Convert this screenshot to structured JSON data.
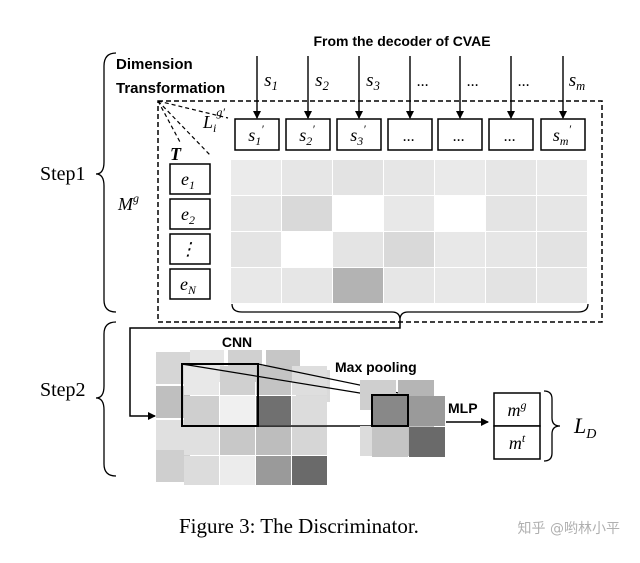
{
  "top_label": "From the decoder of CVAE",
  "dim_transform": {
    "line1": "Dimension",
    "line2": "Transformation"
  },
  "step1": "Step1",
  "step2": "Step2",
  "mg_label": "M",
  "mg_sup": "g",
  "t_label": "T",
  "li_label": "L",
  "li_sub": "i",
  "li_sup": "g′",
  "inputs": [
    {
      "base": "s",
      "sub": "1"
    },
    {
      "base": "s",
      "sub": "2"
    },
    {
      "base": "s",
      "sub": "3"
    },
    {
      "base": "...",
      "sub": ""
    },
    {
      "base": "...",
      "sub": ""
    },
    {
      "base": "...",
      "sub": ""
    },
    {
      "base": "s",
      "sub": "m"
    }
  ],
  "boxes": [
    {
      "base": "s",
      "sub": "1",
      "sup": "′"
    },
    {
      "base": "s",
      "sub": "2",
      "sup": "′"
    },
    {
      "base": "s",
      "sub": "3",
      "sup": "′"
    },
    {
      "base": "...",
      "sub": "",
      "sup": ""
    },
    {
      "base": "...",
      "sub": "",
      "sup": ""
    },
    {
      "base": "...",
      "sub": "",
      "sup": ""
    },
    {
      "base": "s",
      "sub": "m",
      "sup": "′"
    }
  ],
  "entities": [
    {
      "base": "e",
      "sub": "1"
    },
    {
      "base": "e",
      "sub": "2"
    },
    {
      "base": "⋮",
      "sub": ""
    },
    {
      "base": "e",
      "sub": "N"
    }
  ],
  "grid_colors": [
    [
      "#ebebeb",
      "#e6e6e6",
      "#e3e3e3",
      "#e6e6e6",
      "#eaeaea",
      "#e6e6e6",
      "#e9e9e9"
    ],
    [
      "#e6e6e6",
      "#d9d9d9",
      "#ffffff",
      "#e8e8e8",
      "#ffffff",
      "#e4e4e4",
      "#e6e6e6"
    ],
    [
      "#e4e4e4",
      "#ffffff",
      "#e4e4e4",
      "#d9d9d9",
      "#e8e8e8",
      "#e6e6e6",
      "#e3e3e3"
    ],
    [
      "#e8e8e8",
      "#e6e6e6",
      "#b3b3b3",
      "#e6e6e6",
      "#e8e8e8",
      "#e3e3e3",
      "#e6e6e6"
    ]
  ],
  "cnn_label": "CNN",
  "maxpool_label": "Max pooling",
  "mlp_label": "MLP",
  "outputs": [
    {
      "base": "m",
      "sup": "g"
    },
    {
      "base": "m",
      "sup": "t"
    }
  ],
  "ld_label": "L",
  "ld_sub": "D",
  "caption": "Figure 3: The Discriminator.",
  "watermark": "知乎 @哟林小平",
  "back_layer_colors": [
    "#d6d6d6",
    "#bfbfbf",
    "#e0e0e0",
    "#cfcfcf",
    "#e6e6e6",
    "#d0d0d0",
    "#c6c6c6",
    "#dadada"
  ],
  "cnn_front_colors": [
    [
      "#e8e8e8",
      "#d0d0d0",
      "#c4c4c4",
      "#dedede"
    ],
    [
      "#cfcfcf",
      "#f0f0f0",
      "#707070",
      "#dcdcdc"
    ],
    [
      "#e0e0e0",
      "#c8c8c8",
      "#bdbdbd",
      "#d6d6d6"
    ],
    [
      "#dcdcdc",
      "#ececec",
      "#9a9a9a",
      "#6a6a6a"
    ]
  ],
  "pool_colors": [
    [
      "#888888",
      "#9a9a9a"
    ],
    [
      "#c4c4c4",
      "#6a6a6a"
    ]
  ],
  "pool_back_colors": [
    "#cfcfcf",
    "#b5b5b5",
    "#dcdcdc",
    "#c0c0c0"
  ]
}
